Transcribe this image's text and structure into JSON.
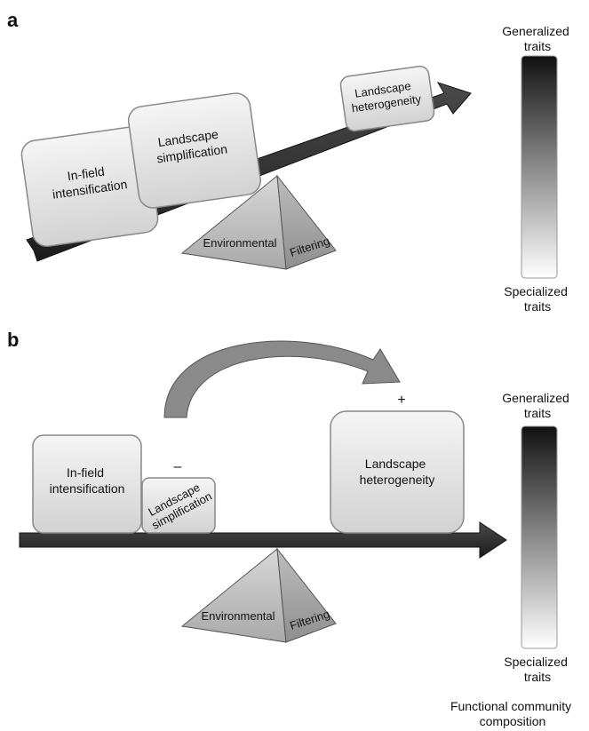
{
  "panel_a": {
    "label": "a",
    "boxes": {
      "in_field": [
        "In-field",
        "intensification"
      ],
      "simplification": [
        "Landscape",
        "simplification"
      ],
      "heterogeneity": [
        "Landscape",
        "heterogeneity"
      ]
    },
    "fulcrum": {
      "left": "Environmental",
      "right": "Filtering"
    },
    "scale": {
      "top": [
        "Generalized",
        "traits"
      ],
      "bottom": [
        "Specialized",
        "traits"
      ]
    }
  },
  "panel_b": {
    "label": "b",
    "boxes": {
      "in_field": [
        "In-field",
        "intensification"
      ],
      "simplification": [
        "Landscape",
        "simplification"
      ],
      "heterogeneity": [
        "Landscape",
        "heterogeneity"
      ]
    },
    "signs": {
      "minus": "–",
      "plus": "+"
    },
    "fulcrum": {
      "left": "Environmental",
      "right": "Filtering"
    },
    "scale": {
      "top": [
        "Generalized",
        "traits"
      ],
      "bottom": [
        "Specialized",
        "traits"
      ]
    }
  },
  "footer": [
    "Functional community",
    "composition"
  ],
  "colors": {
    "beam_dark": "#2b2b2b",
    "box_fill": "#e6e6e6",
    "curved_arrow": "#8a8a8a",
    "fulcrum": "#bdbdbd"
  }
}
